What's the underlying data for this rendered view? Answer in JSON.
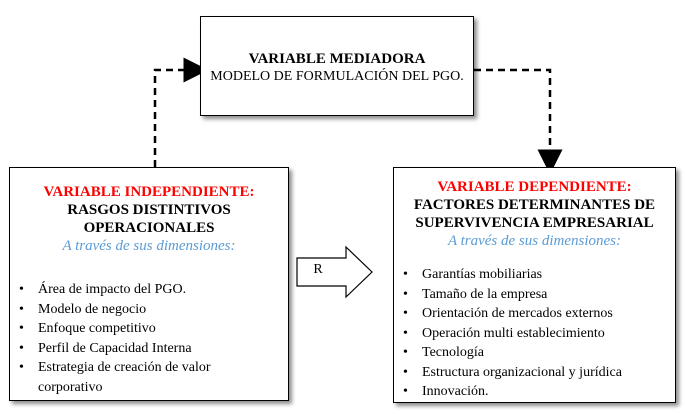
{
  "mediator": {
    "title": "VARIABLE MEDIADORA",
    "subtitle": "MODELO DE FORMULACIÓN  DEL PGO."
  },
  "independent": {
    "heading": "VARIABLE INDEPENDIENTE:",
    "name_lines": [
      "RASGOS DISTINTIVOS",
      "OPERACIONALES"
    ],
    "dimensions_label": "A través de sus dimensiones:",
    "items": [
      [
        "Área de impacto del PGO."
      ],
      [
        "Modelo de negocio"
      ],
      [
        "Enfoque competitivo"
      ],
      [
        "Perfil de Capacidad Interna"
      ],
      [
        "Estrategia de creación de valor",
        "corporativo"
      ]
    ]
  },
  "dependent": {
    "heading": "VARIABLE DEPENDIENTE:",
    "name_lines": [
      "FACTORES DETERMINANTES DE",
      "SUPERVIVENCIA EMPRESARIAL"
    ],
    "dimensions_label": "A través de sus dimensiones:",
    "items": [
      [
        "Garantías mobiliarias"
      ],
      [
        "Tamaño de la empresa"
      ],
      [
        "Orientación de mercados externos"
      ],
      [
        "Operación multi establecimiento"
      ],
      [
        "Tecnología"
      ],
      [
        "Estructura organizacional y jurídica"
      ],
      [
        "Innovación."
      ]
    ]
  },
  "relation_arrow": {
    "label": "R"
  },
  "bullet": "•",
  "colors": {
    "heading": "#ff0000",
    "dimensions": "#5b9bd5",
    "border": "#000000"
  }
}
